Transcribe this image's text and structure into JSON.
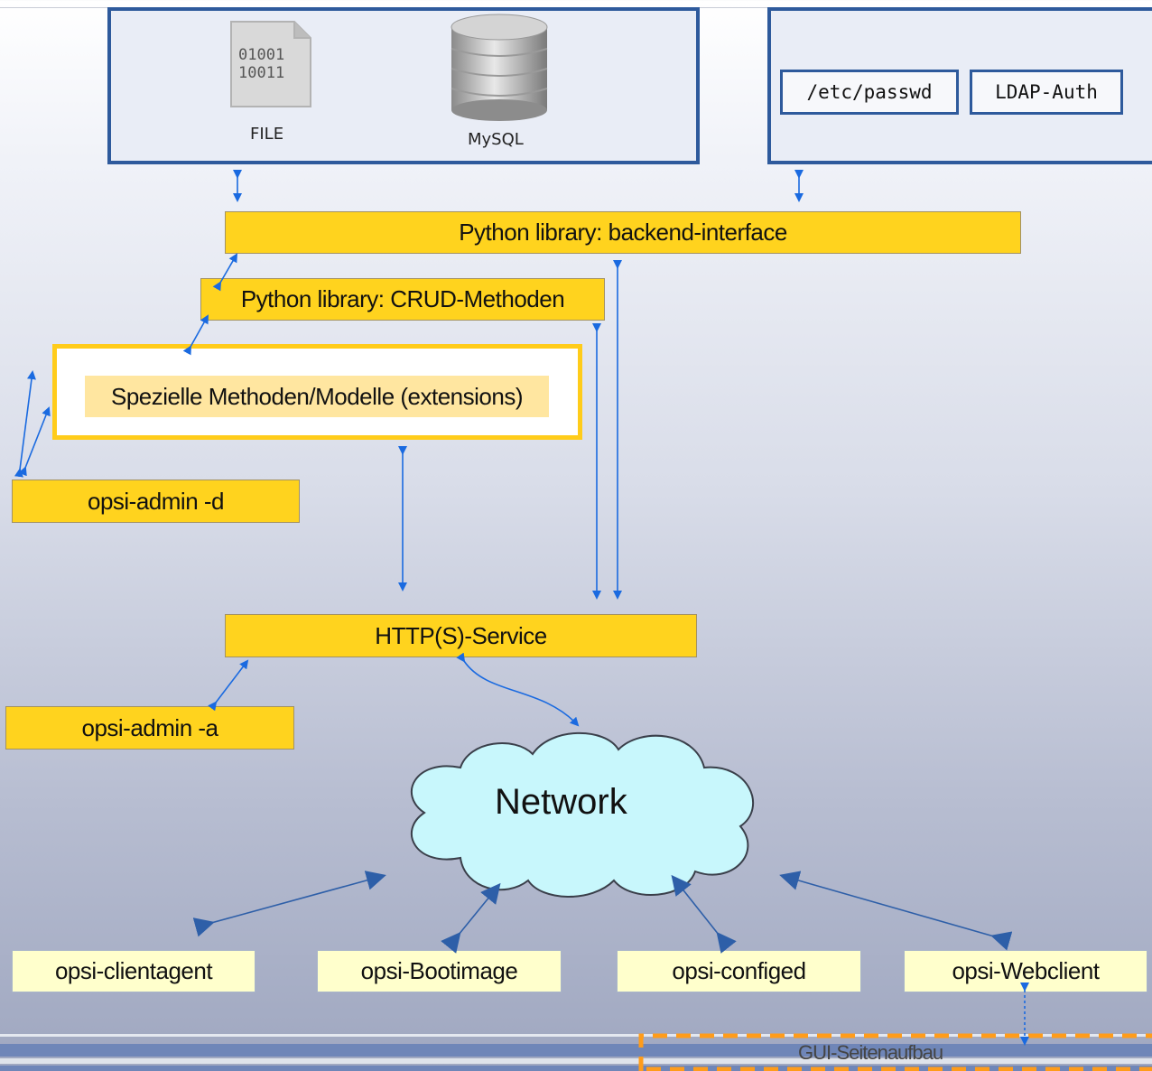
{
  "storage": {
    "file_icon_bits": [
      "01001",
      "10011"
    ],
    "file_label": "FILE",
    "mysql_label": "MySQL"
  },
  "auth": {
    "passwd_label": "/etc/passwd",
    "ldap_label": "LDAP-Auth"
  },
  "layers": {
    "backend_interface": "Python library: backend-interface",
    "crud": "Python library: CRUD-Methoden",
    "extensions": "Spezielle Methoden/Modelle (extensions)",
    "opsi_admin_d": "opsi-admin -d",
    "http_service": "HTTP(S)-Service",
    "opsi_admin_a": "opsi-admin -a",
    "network": "Network"
  },
  "clients": [
    {
      "label": "opsi-clientagent"
    },
    {
      "label": "opsi-Bootimage"
    },
    {
      "label": "opsi-configed"
    },
    {
      "label": "opsi-Webclient"
    }
  ],
  "footer": {
    "gui_label": "GUI-Seitenaufbau"
  },
  "colors": {
    "panel_border": "#2e5a9c",
    "yellow_box": "#ffd31e",
    "client_box": "#ffffcc",
    "arrow": "#1a6ae0",
    "cloud": "#c8f7fc",
    "gui_dash": "#ff9c1a"
  }
}
